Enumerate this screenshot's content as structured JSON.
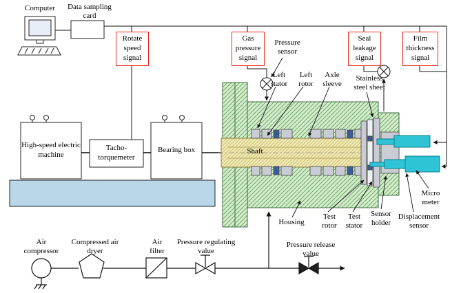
{
  "diagram": {
    "computer": "Computer",
    "data_sampling_card": "Data sampling card",
    "shaft": "Shaft"
  },
  "signal_boxes": [
    {
      "label": "Rotate speed signal"
    },
    {
      "label": "Gas pressure signal"
    },
    {
      "label": "Seal leakage signal"
    },
    {
      "label": "Film thickness signal"
    }
  ],
  "machines": [
    {
      "label": "High-speed electric machine"
    },
    {
      "label": "Tacho-torquemeter"
    },
    {
      "label": "Bearing box"
    }
  ],
  "assembly_labels": {
    "pressure_sensor": "Pressure sensor",
    "left_stator": "Left stator",
    "left_rotor": "Left rotor",
    "axle_sleeve": "Axle sleeve",
    "stainless_steel_sheet": "Stainless steel sheet",
    "housing": "Housing",
    "test_rotor": "Test rotor",
    "test_stator": "Test stator",
    "sensor_holder": "Sensor holder",
    "displacement_sensor": "Displacement sensor",
    "micrometer": "Micro meter"
  },
  "air_system": {
    "air_compressor": "Air compressor",
    "compressed_air_dryer": "Compressed air dryer",
    "air_filter": "Air filter",
    "pressure_regulating_valve": "Pressure regulating value",
    "pressure_release_valve": "Pressure release value"
  },
  "colors": {
    "signal_box_border": "#e8291c",
    "housing_fill": "#d4ecca",
    "housing_hatch": "#5d9e62",
    "shaft_fill": "#efe9b4",
    "shaft_hatch": "#bfae5e",
    "base_plate": "#b9d7e8",
    "probe_fill": "#2ec4d6",
    "metal_fill": "#c9ccd4",
    "seal_blue": "#3d5a99"
  }
}
